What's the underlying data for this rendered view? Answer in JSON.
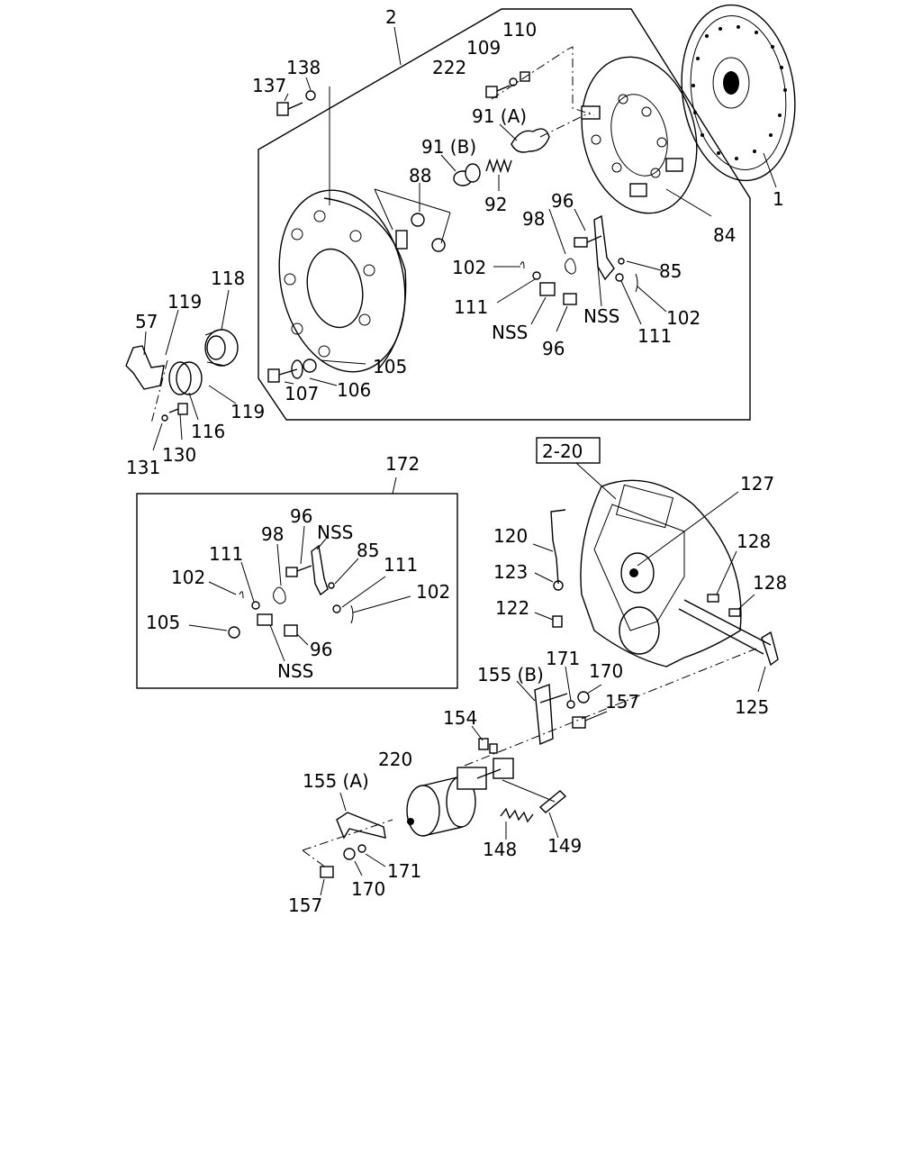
{
  "callouts": {
    "c2": "2",
    "c110": "110",
    "c109": "109",
    "c222": "222",
    "c138": "138",
    "c137": "137",
    "c91a": "91 (A)",
    "c91b": "91 (B)",
    "c88": "88",
    "c92": "92",
    "c96a": "96",
    "c98a": "98",
    "c84": "84",
    "c1": "1",
    "c102a": "102",
    "c85a": "85",
    "c111a": "111",
    "cNSSa": "NSS",
    "cNSSb": "NSS",
    "c102b": "102",
    "c111b": "111",
    "c96b": "96",
    "c105a": "105",
    "c107": "107",
    "c106": "106",
    "c118": "118",
    "c119a": "119",
    "c57": "57",
    "c119b": "119",
    "c116": "116",
    "c130": "130",
    "c131": "131",
    "c172": "172",
    "c96c": "96",
    "cNSSc": "NSS",
    "c98b": "98",
    "c85b": "85",
    "c111c": "111",
    "c111d": "111",
    "c102c": "102",
    "c102d": "102",
    "c105b": "105",
    "c96d": "96",
    "cNSSd": "NSS",
    "c220": "2-20",
    "c127": "127",
    "c128a": "128",
    "c128b": "128",
    "c120": "120",
    "c123": "123",
    "c122": "122",
    "c155b": "155 (B)",
    "c171a": "171",
    "c170a": "170",
    "c157a": "157",
    "c154": "154",
    "c125": "125",
    "c220b": "220",
    "c155a": "155 (A)",
    "c148": "148",
    "c149": "149",
    "c171b": "171",
    "c170b": "170",
    "c157b": "157"
  }
}
